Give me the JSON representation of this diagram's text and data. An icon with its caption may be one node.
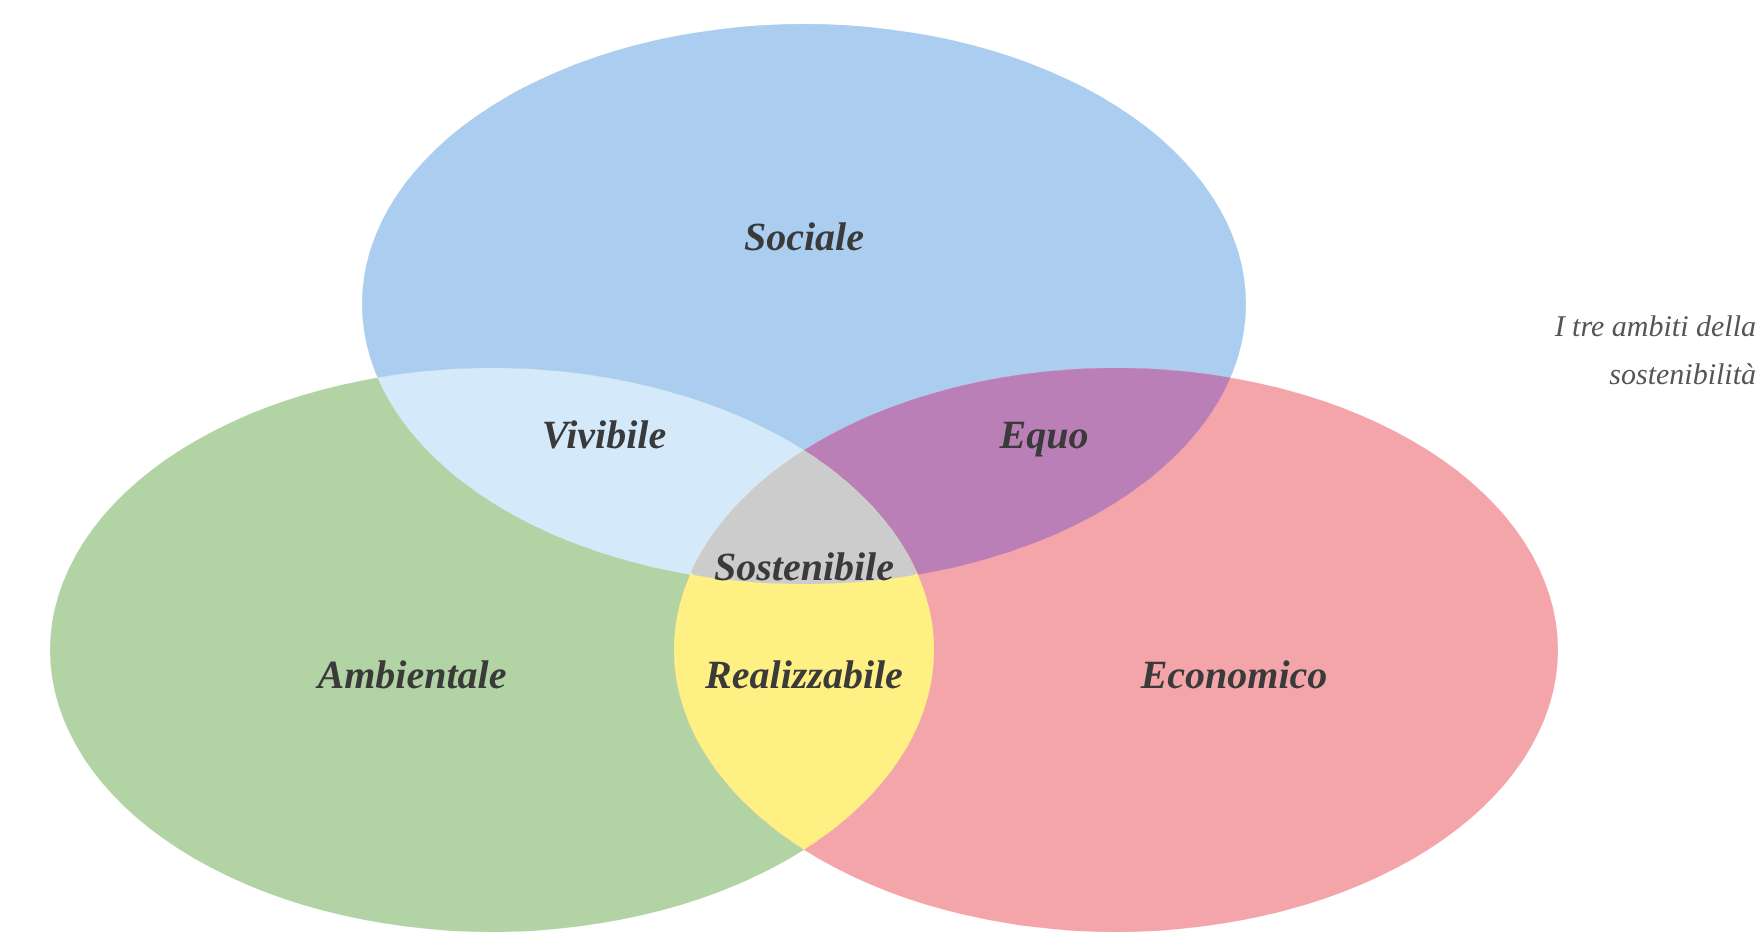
{
  "diagram": {
    "caption": "I tre ambiti della sostenibilità",
    "nodes": [
      {
        "text": [
          "Sociale"
        ]
      },
      {
        "text": [
          "Vivibile"
        ]
      },
      {
        "text": [
          "Equo"
        ]
      },
      {
        "text": [
          "Sostenibile"
        ]
      },
      {
        "text": [
          "Ambientale"
        ]
      },
      {
        "text": [
          "Realizzabile"
        ]
      },
      {
        "text": [
          "Economico"
        ]
      }
    ]
  }
}
